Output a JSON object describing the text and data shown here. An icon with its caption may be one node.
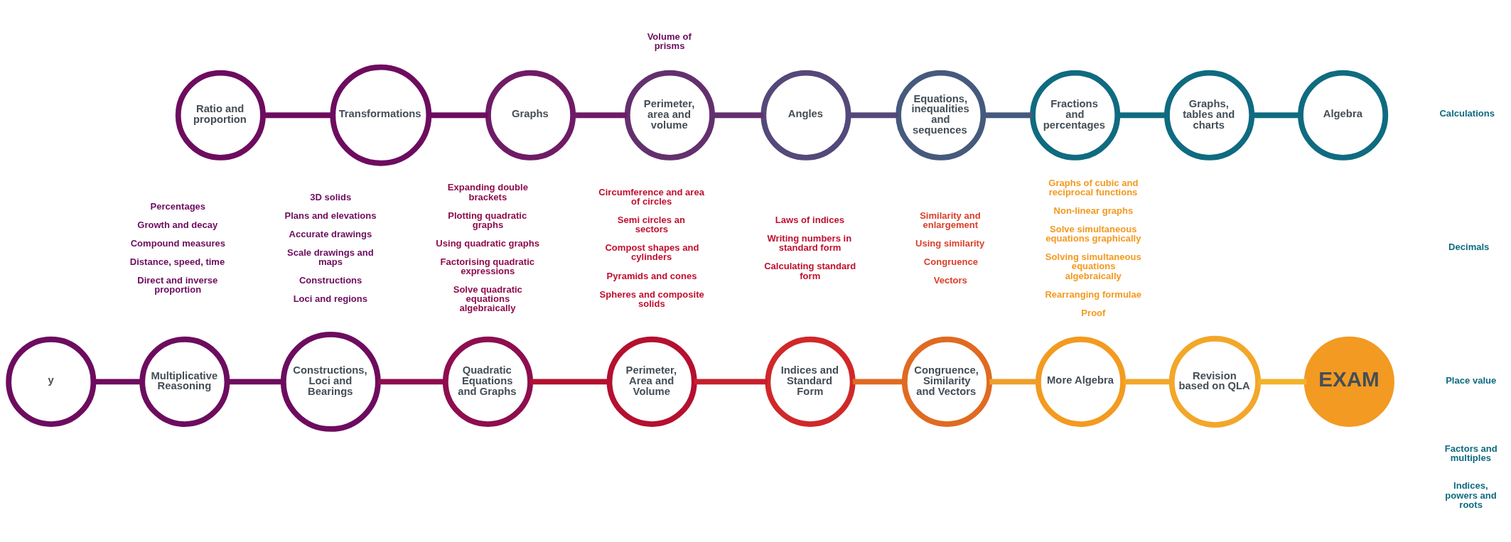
{
  "diagram": {
    "nodes": [
      {
        "text": [
          "Ratio and proportion"
        ]
      },
      {
        "text": [
          "Transformations"
        ]
      },
      {
        "text": [
          "Graphs"
        ]
      },
      {
        "text": [
          "Perimeter, area and volume"
        ]
      },
      {
        "text": [
          "Angles"
        ]
      },
      {
        "text": [
          "Equations, inequalities and sequences"
        ]
      },
      {
        "text": [
          "Fractions and percentages"
        ]
      },
      {
        "text": [
          "Graphs, tables and charts"
        ]
      },
      {
        "text": [
          "Algebra"
        ]
      },
      {
        "text": [
          "y"
        ]
      },
      {
        "text": [
          "Multiplicative Reasoning"
        ],
        "beside": [
          "Percentages",
          "Growth and decay",
          "Compound measures",
          "Distance, speed, time",
          "Direct and inverse proportion"
        ]
      },
      {
        "text": [
          "Constructions, Loci and Bearings"
        ],
        "beside": [
          "3D solids",
          "Plans and elevations",
          "Accurate drawings",
          "Scale drawings and maps",
          "Constructions",
          "Loci and regions"
        ]
      },
      {
        "text": [
          "Quadratic Equations and Graphs"
        ],
        "beside": [
          "Expanding double brackets",
          "Plotting quadratic graphs",
          "Using quadratic graphs",
          "Factorising quadratic expressions",
          "Solve quadratic equations algebraically"
        ]
      },
      {
        "text": [
          "Perimeter, Area and Volume"
        ],
        "beside": [
          "Circumference and area of circles",
          "Semi circles an sectors",
          "Compost shapes and cylinders",
          "Pyramids and cones",
          "Spheres and composite solids"
        ]
      },
      {
        "text": [
          "Indices and Standard Form"
        ],
        "beside": [
          "Laws of indices",
          "Writing numbers in standard form",
          "Calculating standard form"
        ]
      },
      {
        "text": [
          "Congruence, Similarity and Vectors"
        ],
        "beside": [
          "Similarity and enlargement",
          "Using similarity",
          "Congruence",
          "Vectors"
        ]
      },
      {
        "text": [
          "More Algebra"
        ],
        "beside": [
          "Graphs of cubic and reciprocal functions",
          "Non-linear graphs",
          "Solve simultaneous equations graphically",
          "Solving simultaneous equations algebraically",
          "Rearranging formulae",
          "Proof"
        ]
      },
      {
        "text": [
          "Revision based on QLA"
        ]
      },
      {
        "text": [
          "EXAM"
        ]
      }
    ],
    "edges": [
      {
        "from": 0,
        "to": 1,
        "arrow": "none",
        "color": "#6d0c5f"
      },
      {
        "from": 1,
        "to": 2,
        "arrow": "none",
        "color": "#6d0c5f"
      },
      {
        "from": 2,
        "to": 3,
        "arrow": "none",
        "color": "#6f1b66"
      },
      {
        "from": 3,
        "to": 4,
        "arrow": "none",
        "color": "#63306e"
      },
      {
        "from": 4,
        "to": 5,
        "arrow": "none",
        "color": "#55487a"
      },
      {
        "from": 5,
        "to": 6,
        "arrow": "none",
        "color": "#455a7c"
      },
      {
        "from": 6,
        "to": 7,
        "arrow": "none",
        "color": "#0f6b80"
      },
      {
        "from": 7,
        "to": 8,
        "arrow": "none",
        "color": "#0f6b80"
      },
      {
        "from": 9,
        "to": 10,
        "arrow": "none",
        "color": "#6d0c5f"
      },
      {
        "from": 10,
        "to": 11,
        "arrow": "none",
        "color": "#6d0c5f"
      },
      {
        "from": 11,
        "to": 12,
        "arrow": "none",
        "color": "#8e0d4e"
      },
      {
        "from": 12,
        "to": 13,
        "arrow": "none",
        "color": "#b5102f"
      },
      {
        "from": 13,
        "to": 14,
        "arrow": "none",
        "color": "#c81f2c"
      },
      {
        "from": 14,
        "to": 15,
        "arrow": "none",
        "color": "#e06a22"
      },
      {
        "from": 15,
        "to": 16,
        "arrow": "none",
        "color": "#eda02a"
      },
      {
        "from": 16,
        "to": 17,
        "arrow": "none",
        "color": "#f2a72a"
      },
      {
        "from": 17,
        "to": 18,
        "arrow": "none",
        "color": "#f2b32a"
      }
    ],
    "labels": [
      "Volume of prisms",
      "Calculations",
      "Decimals",
      "Place value",
      "Factors and multiples",
      "Indices, powers and roots"
    ]
  }
}
